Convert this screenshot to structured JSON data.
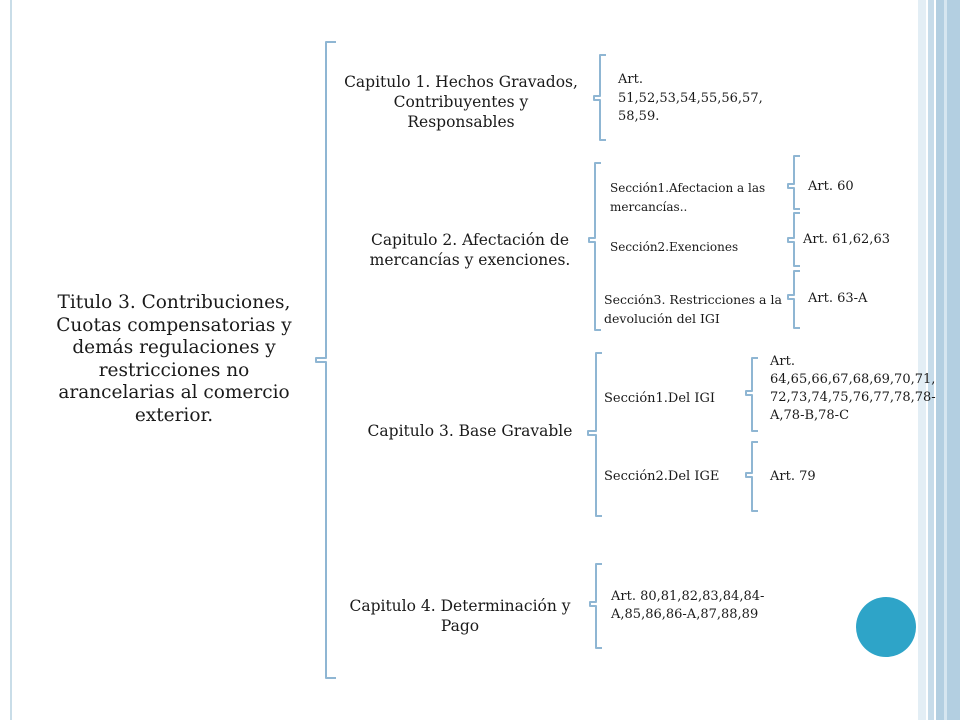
{
  "colors": {
    "bracket": "#8fb6d3",
    "accent_circle": "#2ea4c8",
    "stripe_light": "#d8e8f1",
    "stripe_mid": "#b9d4e4"
  },
  "title": "Titulo 3. Contribuciones, Cuotas compensatorias y demás regulaciones y restricciones no arancelarias al comercio exterior.",
  "chapters": [
    {
      "label": "Capitulo 1. Hechos Gravados, Contribuyentes y Responsables",
      "articles": "Art. 51,52,53,54,55,56,57, 58,59."
    },
    {
      "label": "Capitulo 2. Afectación de mercancías y exenciones.",
      "sections": [
        {
          "label": "Sección1.Afectacion a las mercancías..",
          "articles": "Art. 60"
        },
        {
          "label": "Sección2.Exenciones",
          "articles": "Art. 61,62,63"
        },
        {
          "label": "Sección3.  Restricciones a la devolución del IGI",
          "articles": "Art. 63-A"
        }
      ]
    },
    {
      "label": "Capitulo 3. Base Gravable",
      "sections": [
        {
          "label": "Sección1.Del IGI",
          "articles": "Art. 64,65,66,67,68,69,70,71, 72,73,74,75,76,77,78,78-A,78-B,78-C"
        },
        {
          "label": "Sección2.Del IGE",
          "articles": "Art.  79"
        }
      ]
    },
    {
      "label": "Capitulo 4. Determinación y Pago",
      "articles": "Art. 80,81,82,83,84,84-A,85,86,86-A,87,88,89"
    }
  ]
}
